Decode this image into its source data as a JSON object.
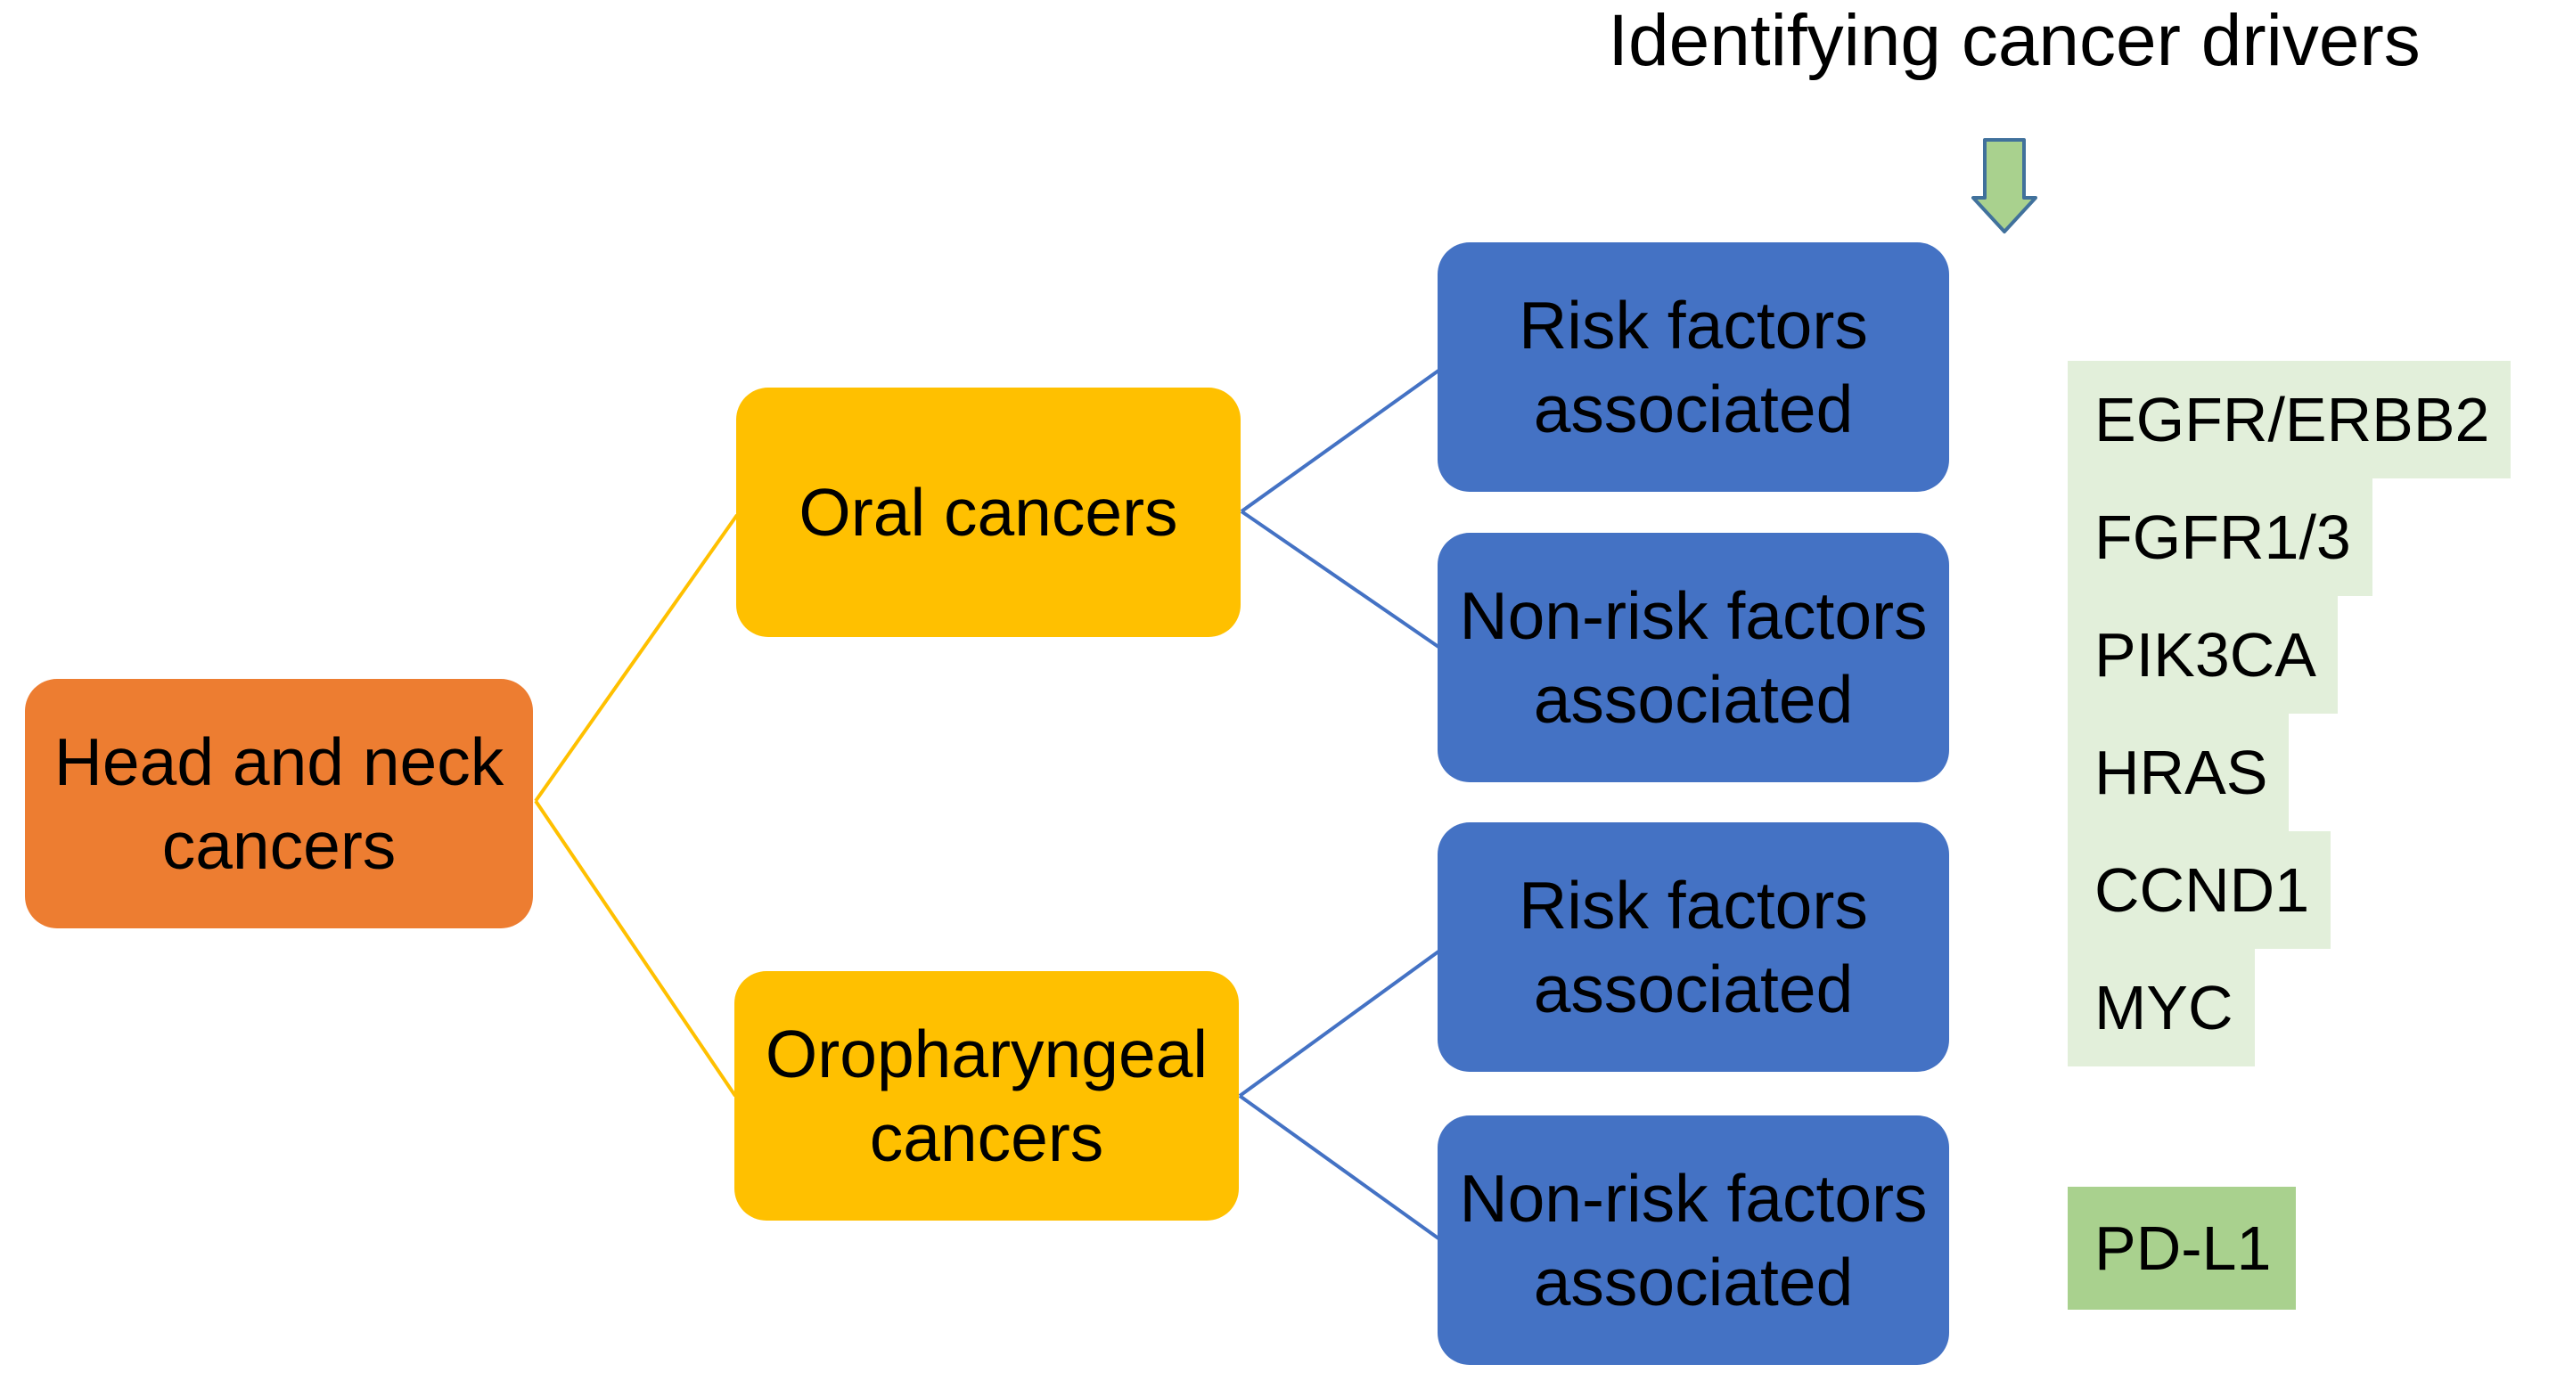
{
  "colors": {
    "background": "#ffffff",
    "root_fill": "#ED7D31",
    "branch_fill": "#FFC000",
    "leaf_fill": "#4472C4",
    "gene_list_fill": "#E2EFDA",
    "gene_highlight_fill": "#A9D18E",
    "yellow_connector": "#FFC000",
    "blue_connector": "#4472C4",
    "arrow_fill": "#A9D18E",
    "arrow_outline": "#41719C",
    "text": "#000000"
  },
  "annotation": {
    "title": "Identifying cancer drivers",
    "arrow_icon": "green-down-arrow"
  },
  "tree": {
    "root": {
      "label": "Head and neck cancers"
    },
    "branches": [
      {
        "label": "Oral cancers",
        "children": [
          {
            "label": "Risk factors associated"
          },
          {
            "label": "Non-risk factors associated"
          }
        ]
      },
      {
        "label": "Oropharyngeal cancers",
        "children": [
          {
            "label": "Risk factors associated"
          },
          {
            "label": "Non-risk factors associated"
          }
        ]
      }
    ]
  },
  "genes": {
    "risk_driver_genes": [
      "EGFR/ERBB2",
      "FGFR1/3",
      "PIK3CA",
      "HRAS",
      "CCND1",
      "MYC"
    ],
    "nonrisk_driver_gene": "PD-L1"
  }
}
